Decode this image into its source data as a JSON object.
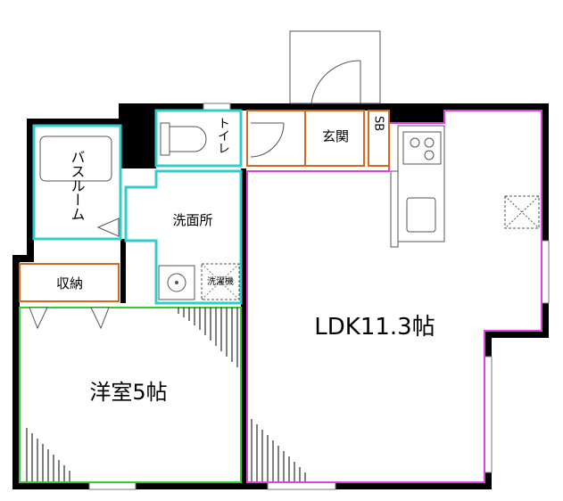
{
  "rooms": {
    "ldk": "LDK11.3帖",
    "western": "洋室5帖",
    "bath": "バスルーム",
    "washroom": "洗面所",
    "toilet": "トイレ",
    "entrance": "玄関",
    "storage": "収納",
    "shoe_box": "SB",
    "washer": "洗濯機"
  },
  "colors": {
    "wall": "#000000",
    "ldk_outline": "#e040e0",
    "western_outline": "#33cc33",
    "water_area_outline": "#33cccc",
    "storage_outline": "#d2691e",
    "fixture_line": "#555555"
  }
}
